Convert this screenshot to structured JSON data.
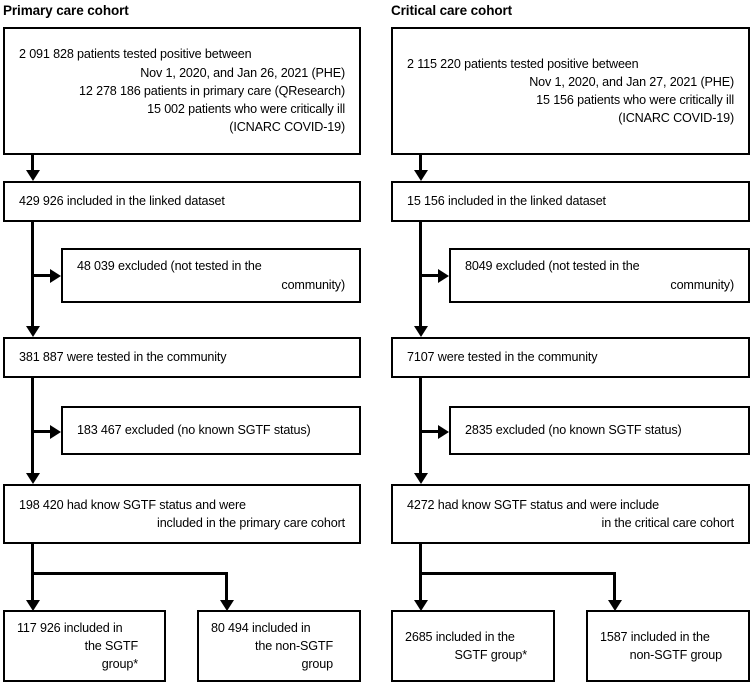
{
  "figure": {
    "type": "flowchart",
    "description": "Study profile flow diagram for primary care cohort and critical care cohort"
  },
  "columns": [
    {
      "id": "primary-care",
      "title": "Primary care cohort",
      "nodes": {
        "source": "2 091 828 patients tested positive between\nNov 1, 2020, and Jan 26, 2021 (PHE)\n12 278 186 patients in primary care (QResearch)\n15 002 patients who were critically ill\n(ICNARC COVID-19)",
        "linked": "429 926 included in the linked dataset",
        "excluded_not_community": "48 039 excluded (not tested in the\ncommunity)",
        "tested_community": "381 887 were tested in the community",
        "excluded_no_sgtf": "183 467 excluded (no known SGTF status)",
        "cohort": "198 420 had know SGTF status and were\nincluded in the primary care cohort",
        "sgtf_group": "117 926 included in\nthe SGTF\ngroup*",
        "non_sgtf_group": "80 494 included in\nthe non-SGTF\ngroup"
      }
    },
    {
      "id": "critical-care",
      "title": "Critical care cohort",
      "nodes": {
        "source": "2 115 220 patients tested positive between\nNov 1, 2020, and Jan 27, 2021 (PHE)\n15 156 patients who were critically ill\n(ICNARC COVID-19)",
        "linked": "15 156 included in the linked dataset",
        "excluded_not_community": "8049 excluded (not tested in the\ncommunity)",
        "tested_community": "7107 were tested in the community",
        "excluded_no_sgtf": "2835 excluded (no known SGTF status)",
        "cohort": "4272 had know SGTF status and were include\nin the critical care cohort",
        "sgtf_group": "2685 included in the\nSGTF group*",
        "non_sgtf_group": "1587 included in the\nnon-SGTF group"
      }
    }
  ],
  "colors": {
    "stroke": "#000000",
    "fill": "#ffffff",
    "text": "#000000"
  }
}
